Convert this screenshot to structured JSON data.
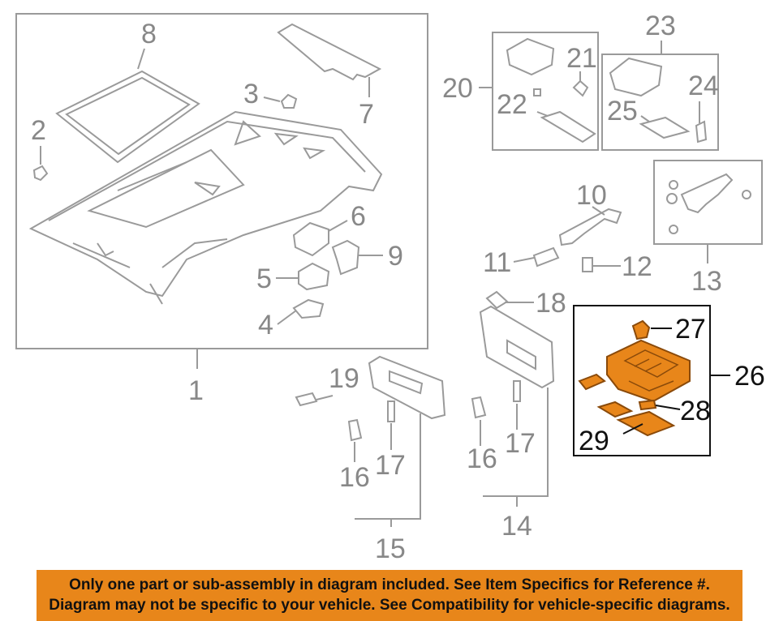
{
  "diagram": {
    "callouts": {
      "c1": "1",
      "c2": "2",
      "c3": "3",
      "c4": "4",
      "c5": "5",
      "c6": "6",
      "c7": "7",
      "c8": "8",
      "c9": "9",
      "c10": "10",
      "c11": "11",
      "c12": "12",
      "c13": "13",
      "c14": "14",
      "c15": "15",
      "c16a": "16",
      "c16b": "16",
      "c17a": "17",
      "c17b": "17",
      "c18": "18",
      "c19": "19",
      "c20": "20",
      "c21": "21",
      "c22": "22",
      "c23": "23",
      "c24": "24",
      "c25": "25",
      "c26": "26",
      "c27": "27",
      "c28": "28",
      "c29": "29"
    },
    "colors": {
      "line": "#9a9a9a",
      "highlight_part": "#e8861a",
      "highlight_dark": "#8a4a0a",
      "notice_bg": "#e8861a",
      "box_border_dark": "#111111"
    }
  },
  "notice": {
    "line1": "Only one part or sub-assembly in diagram included. See Item Specifics for Reference #.",
    "line2": "Diagram may not be specific to your vehicle. See Compatibility for vehicle-specific diagrams."
  }
}
